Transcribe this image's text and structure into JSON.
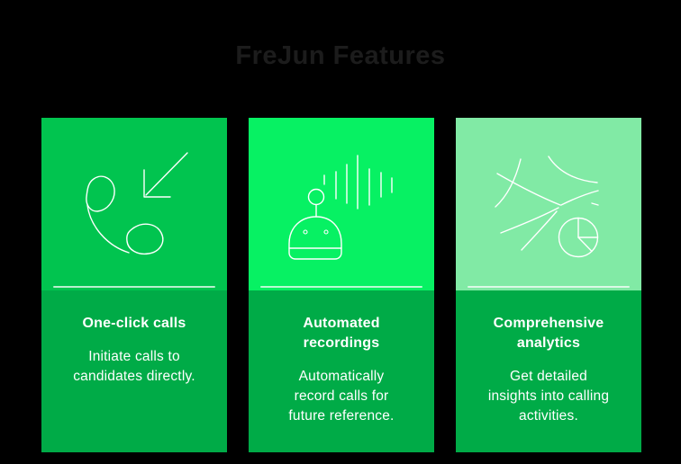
{
  "page": {
    "background": "#000000"
  },
  "title": {
    "text": "FreJun Features",
    "color": "#1c1c1c"
  },
  "colors": {
    "card_bottom_bg": "#00AB47",
    "icon_stroke": "#ffffff",
    "text": "#ffffff"
  },
  "cards": [
    {
      "icon": "phone-incoming-icon",
      "top_bg": "#01C44F",
      "bottom_bg": "#00AB47",
      "heading": "One-click calls",
      "body": "Initiate calls to\ncandidates directly."
    },
    {
      "icon": "robot-recording-icon",
      "top_bg": "#07F163",
      "bottom_bg": "#00AB47",
      "heading": "Automated\nrecordings",
      "body": "Automatically\nrecord calls for\nfuture reference."
    },
    {
      "icon": "analytics-pie-icon",
      "top_bg": "#81EAA5",
      "bottom_bg": "#00AB47",
      "heading": "Comprehensive\nanalytics",
      "body": "Get detailed\ninsights into calling\nactivities."
    }
  ]
}
